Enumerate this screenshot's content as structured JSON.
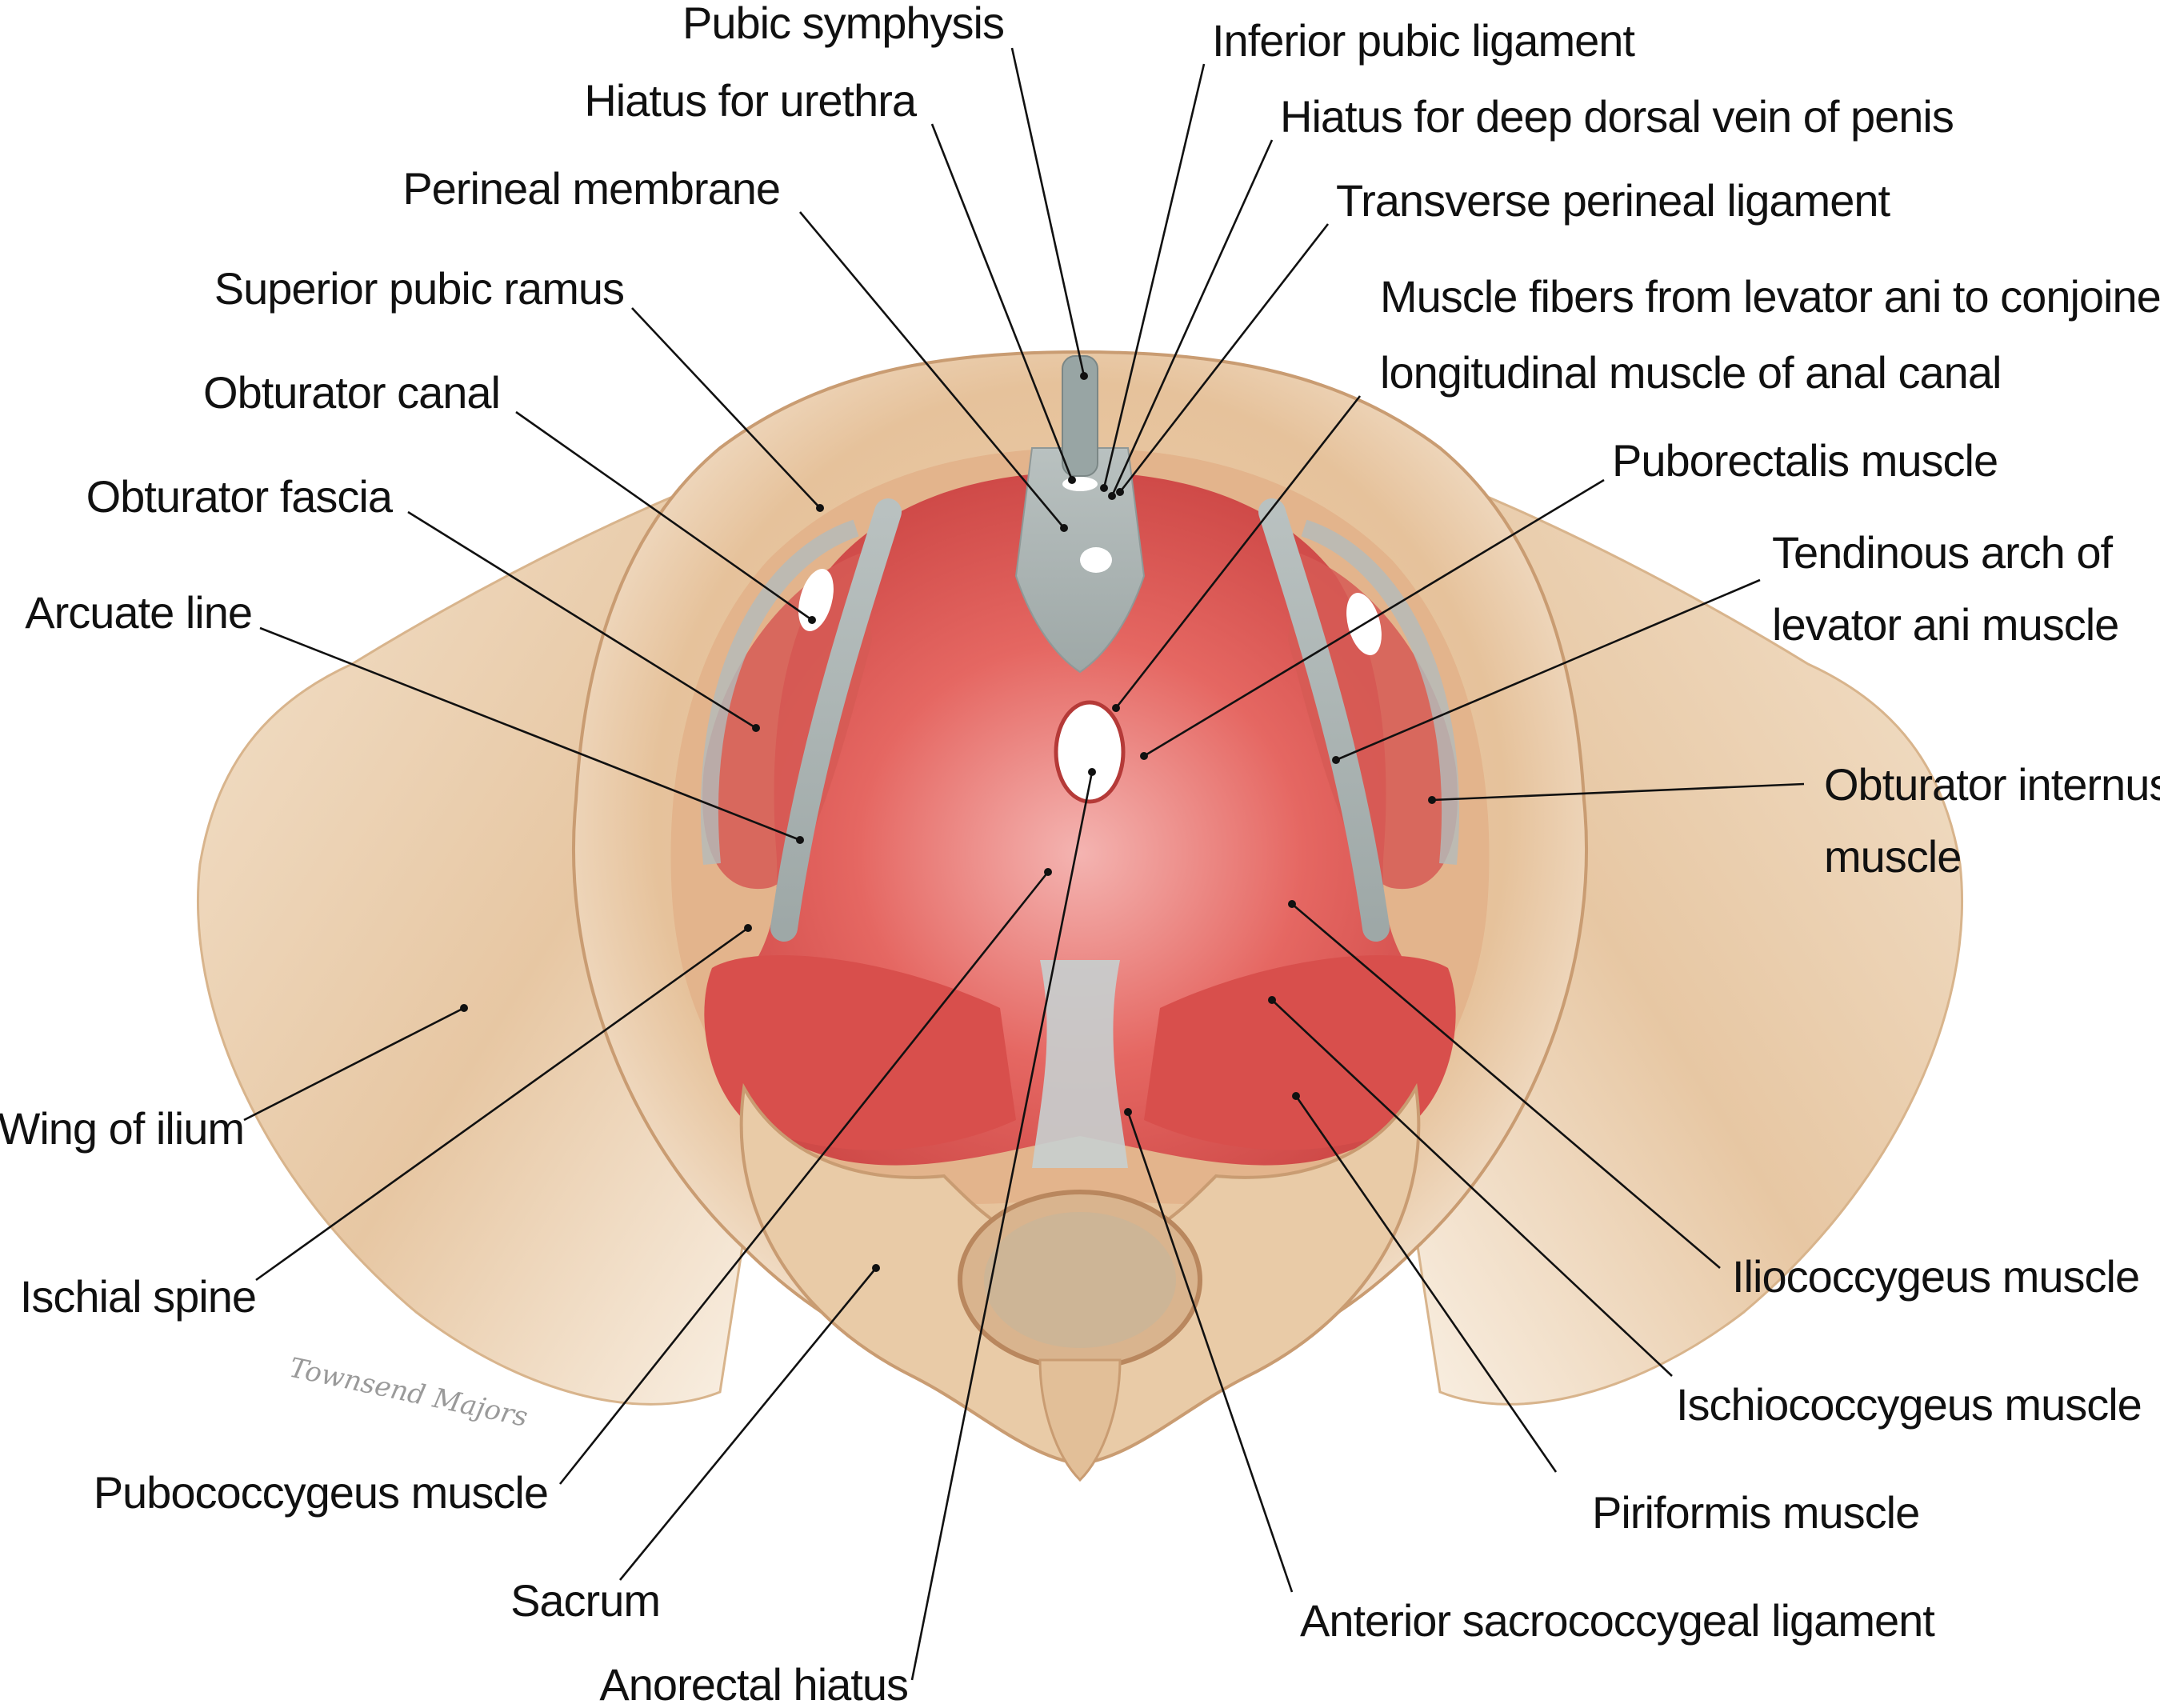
{
  "labels": {
    "pubic_symphysis": "Pubic symphysis",
    "hiatus_urethra": "Hiatus for urethra",
    "perineal_membrane": "Perineal membrane",
    "superior_pubic_ramus": "Superior pubic ramus",
    "obturator_canal": "Obturator canal",
    "obturator_fascia": "Obturator fascia",
    "arcuate_line": "Arcuate line",
    "wing_of_ilium": "Wing of ilium",
    "ischial_spine": "Ischial spine",
    "pubococcygeus": "Pubococcygeus muscle",
    "sacrum": "Sacrum",
    "anorectal_hiatus": "Anorectal hiatus",
    "inferior_pubic_ligament": "Inferior pubic ligament",
    "hiatus_dorsal_vein": "Hiatus for deep dorsal vein of penis",
    "transverse_perineal": "Transverse perineal ligament",
    "muscle_fibers_line1": "Muscle fibers from levator ani to conjoined",
    "muscle_fibers_line2": "longitudinal muscle of anal canal",
    "puborectalis": "Puborectalis muscle",
    "tendinous_arch_line1": "Tendinous arch of",
    "tendinous_arch_line2": "levator ani muscle",
    "obturator_internus_line1": "Obturator internus",
    "obturator_internus_line2": "muscle",
    "iliococcygeus": "Iliococcygeus muscle",
    "ischiococcygeus": "Ischiococcygeus muscle",
    "piriformis": "Piriformis muscle",
    "anterior_sacrococcygeal": "Anterior sacrococcygeal ligament"
  },
  "signature": "Townsend Majors",
  "colors": {
    "bone": "#e8c6a0",
    "bone_shadow": "#c79a72",
    "muscle": "#d9524f",
    "muscle_light": "#ef9a96",
    "fascia": "#a9b2b1",
    "line": "#111111"
  }
}
